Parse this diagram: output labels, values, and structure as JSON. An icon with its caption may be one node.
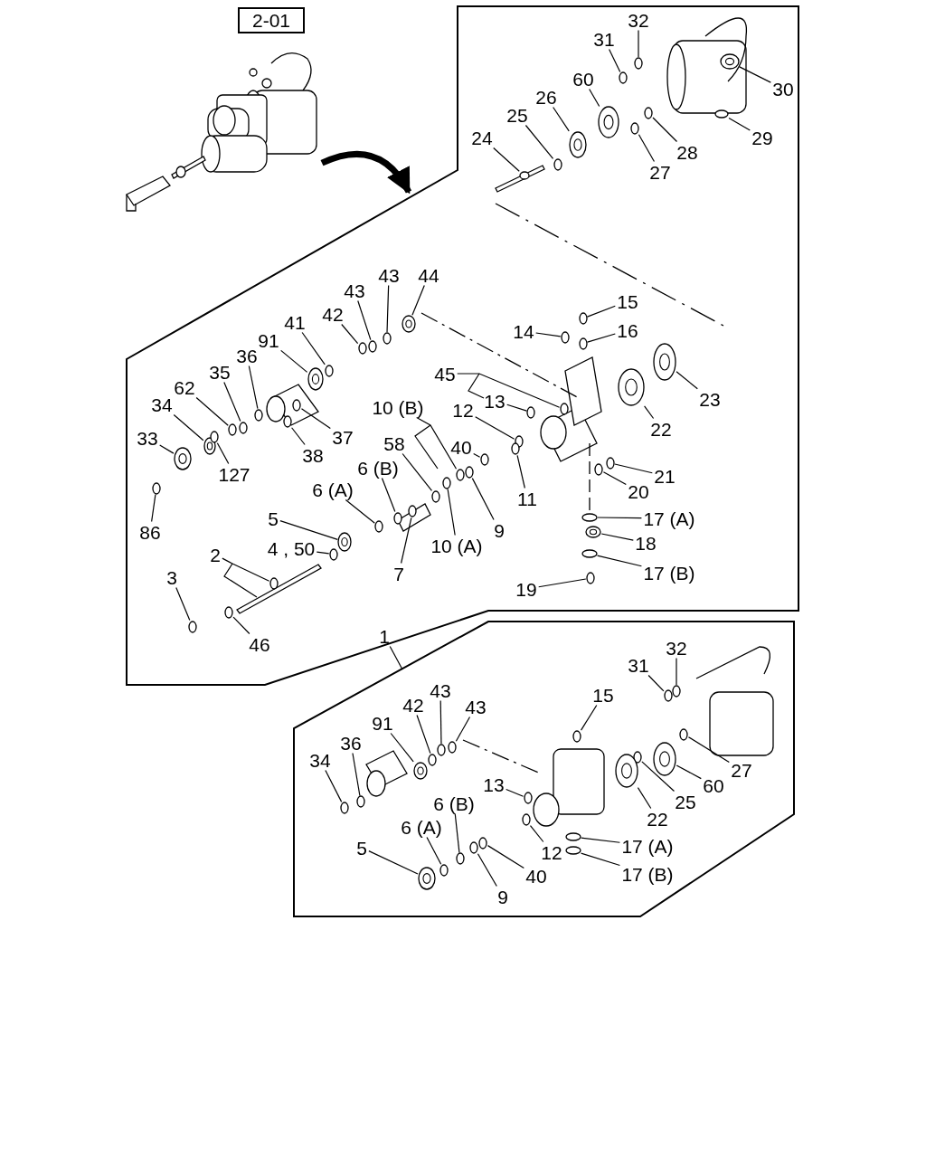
{
  "diagram": {
    "nodes": [
      {
        "text": [],
        "shape": "box"
      },
      {
        "text": [],
        "shape": "box"
      },
      {
        "text": [],
        "shape": "picture"
      },
      {
        "text": [
          "2-01"
        ]
      },
      {
        "text": [
          "1"
        ],
        "in": 0
      },
      {
        "text": [
          "32"
        ],
        "in": 0
      },
      {
        "text": [
          "31"
        ],
        "in": 0
      },
      {
        "text": [
          "30"
        ],
        "in": 0
      },
      {
        "text": [
          "25"
        ],
        "in": 0
      },
      {
        "text": [
          "26"
        ],
        "in": 0
      },
      {
        "text": [
          "60"
        ],
        "in": 0
      },
      {
        "text": [
          "28"
        ],
        "in": 0
      },
      {
        "text": [
          "27"
        ],
        "in": 0
      },
      {
        "text": [
          "29"
        ],
        "in": 0
      },
      {
        "text": [
          "24"
        ],
        "in": 0
      },
      {
        "text": [
          "44"
        ],
        "in": 0
      },
      {
        "text": [
          "43"
        ],
        "in": 0
      },
      {
        "text": [
          "43"
        ],
        "in": 0
      },
      {
        "text": [
          "42"
        ],
        "in": 0
      },
      {
        "text": [
          "41"
        ],
        "in": 0
      },
      {
        "text": [
          "91"
        ],
        "in": 0
      },
      {
        "text": [
          "36"
        ],
        "in": 0
      },
      {
        "text": [
          "35"
        ],
        "in": 0
      },
      {
        "text": [
          "62"
        ],
        "in": 0
      },
      {
        "text": [
          "34"
        ],
        "in": 0
      },
      {
        "text": [
          "33"
        ],
        "in": 0
      },
      {
        "text": [
          "127"
        ],
        "in": 0
      },
      {
        "text": [
          "37"
        ],
        "in": 0
      },
      {
        "text": [
          "38"
        ],
        "in": 0
      },
      {
        "text": [
          "86"
        ],
        "in": 0
      },
      {
        "text": [
          "45"
        ],
        "in": 0
      },
      {
        "text": [
          "13"
        ],
        "in": 0
      },
      {
        "text": [
          "12"
        ],
        "in": 0
      },
      {
        "text": [
          "10 (B)"
        ],
        "in": 0
      },
      {
        "text": [
          "40"
        ],
        "in": 0
      },
      {
        "text": [
          "58"
        ],
        "in": 0
      },
      {
        "text": [
          "11"
        ],
        "in": 0
      },
      {
        "text": [
          "9"
        ],
        "in": 0
      },
      {
        "text": [
          "10 (A)"
        ],
        "in": 0
      },
      {
        "text": [
          "6 (B)"
        ],
        "in": 0
      },
      {
        "text": [
          "6 (A)"
        ],
        "in": 0
      },
      {
        "text": [
          "5"
        ],
        "in": 0
      },
      {
        "text": [
          "7"
        ],
        "in": 0
      },
      {
        "text": [
          "4 , 50"
        ],
        "in": 0
      },
      {
        "text": [
          "2"
        ],
        "in": 0
      },
      {
        "text": [
          "3"
        ],
        "in": 0
      },
      {
        "text": [
          "46"
        ],
        "in": 0
      },
      {
        "text": [
          "14"
        ],
        "in": 0
      },
      {
        "text": [
          "15"
        ],
        "in": 0
      },
      {
        "text": [
          "16"
        ],
        "in": 0
      },
      {
        "text": [
          "23"
        ],
        "in": 0
      },
      {
        "text": [
          "22"
        ],
        "in": 0
      },
      {
        "text": [
          "21"
        ],
        "in": 0
      },
      {
        "text": [
          "20"
        ],
        "in": 0
      },
      {
        "text": [
          "17 (A)"
        ],
        "in": 0
      },
      {
        "text": [
          "18"
        ],
        "in": 0
      },
      {
        "text": [
          "17 (B)"
        ],
        "in": 0
      },
      {
        "text": [
          "19"
        ],
        "in": 0
      },
      {
        "text": [
          "32"
        ],
        "in": 1
      },
      {
        "text": [
          "31"
        ],
        "in": 1
      },
      {
        "text": [
          "27"
        ],
        "in": 1
      },
      {
        "text": [
          "60"
        ],
        "in": 1
      },
      {
        "text": [
          "25"
        ],
        "in": 1
      },
      {
        "text": [
          "22"
        ],
        "in": 1
      },
      {
        "text": [
          "15"
        ],
        "in": 1
      },
      {
        "text": [
          "43"
        ],
        "in": 1
      },
      {
        "text": [
          "43"
        ],
        "in": 1
      },
      {
        "text": [
          "42"
        ],
        "in": 1
      },
      {
        "text": [
          "91"
        ],
        "in": 1
      },
      {
        "text": [
          "36"
        ],
        "in": 1
      },
      {
        "text": [
          "34"
        ],
        "in": 1
      },
      {
        "text": [
          "13"
        ],
        "in": 1
      },
      {
        "text": [
          "12"
        ],
        "in": 1
      },
      {
        "text": [
          "6 (B)"
        ],
        "in": 1
      },
      {
        "text": [
          "6 (A)"
        ],
        "in": 1
      },
      {
        "text": [
          "5"
        ],
        "in": 1
      },
      {
        "text": [
          "9"
        ],
        "in": 1
      },
      {
        "text": [
          "40"
        ],
        "in": 1
      },
      {
        "text": [
          "17 (A)"
        ],
        "in": 1
      },
      {
        "text": [
          "17 (B)"
        ],
        "in": 1
      },
      {
        "text": [],
        "shape": "circle",
        "in": 0
      },
      {
        "text": [],
        "shape": "circle",
        "in": 0
      },
      {
        "text": [],
        "shape": "circle",
        "in": 0
      },
      {
        "text": [],
        "shape": "circle",
        "in": 0
      },
      {
        "text": [],
        "shape": "circle",
        "in": 0
      },
      {
        "text": [],
        "shape": "circle",
        "in": 0
      },
      {
        "text": [],
        "shape": "circle",
        "in": 0
      },
      {
        "text": [],
        "shape": "circle",
        "in": 0
      },
      {
        "text": [],
        "shape": "circle",
        "in": 0
      },
      {
        "text": [],
        "shape": "circle",
        "in": 0
      },
      {
        "text": [],
        "shape": "circle",
        "in": 0
      },
      {
        "text": [],
        "shape": "circle",
        "in": 0
      },
      {
        "text": [],
        "shape": "circle",
        "in": 0
      },
      {
        "text": [],
        "shape": "circle",
        "in": 0
      },
      {
        "text": [],
        "shape": "circle",
        "in": 0
      },
      {
        "text": [],
        "shape": "circle",
        "in": 0
      },
      {
        "text": [],
        "shape": "circle",
        "in": 0
      },
      {
        "text": [],
        "shape": "circle",
        "in": 0
      },
      {
        "text": [],
        "shape": "circle",
        "in": 0
      },
      {
        "text": [],
        "shape": "circle",
        "in": 0
      },
      {
        "text": [],
        "shape": "circle",
        "in": 0
      },
      {
        "text": [],
        "shape": "circle",
        "in": 0
      },
      {
        "text": [],
        "shape": "circle",
        "in": 0
      },
      {
        "text": [],
        "shape": "circle",
        "in": 0
      },
      {
        "text": [],
        "shape": "circle",
        "in": 0
      },
      {
        "text": [],
        "shape": "circle",
        "in": 0
      },
      {
        "text": [],
        "shape": "circle",
        "in": 0
      },
      {
        "text": [],
        "shape": "circle",
        "in": 0
      },
      {
        "text": [],
        "shape": "circle",
        "in": 0
      },
      {
        "text": [],
        "shape": "circle",
        "in": 0
      },
      {
        "text": [],
        "shape": "circle",
        "in": 0
      },
      {
        "text": [],
        "shape": "circle",
        "in": 0
      },
      {
        "text": [],
        "shape": "circle",
        "in": 0
      },
      {
        "text": [],
        "shape": "circle",
        "in": 0
      },
      {
        "text": [],
        "shape": "circle",
        "in": 0
      },
      {
        "text": [],
        "shape": "circle",
        "in": 0
      },
      {
        "text": [],
        "shape": "circle",
        "in": 0
      },
      {
        "text": [],
        "shape": "circle",
        "in": 0
      },
      {
        "text": [],
        "shape": "circle",
        "in": 0
      },
      {
        "text": [],
        "shape": "circle",
        "in": 0
      },
      {
        "text": [],
        "shape": "circle",
        "in": 0
      },
      {
        "text": [],
        "shape": "circle",
        "in": 0
      },
      {
        "text": [],
        "shape": "circle",
        "in": 0
      },
      {
        "text": [],
        "shape": "circle",
        "in": 0
      },
      {
        "text": [],
        "shape": "circle",
        "in": 0
      },
      {
        "text": [],
        "shape": "circle",
        "in": 0
      },
      {
        "text": [],
        "shape": "circle",
        "in": 0
      },
      {
        "text": [],
        "shape": "circle",
        "in": 0
      },
      {
        "text": [],
        "shape": "circle",
        "in": 0
      },
      {
        "text": [],
        "shape": "circle",
        "in": 0
      },
      {
        "text": [],
        "shape": "circle",
        "in": 0
      },
      {
        "text": [],
        "shape": "circle",
        "in": 0
      },
      {
        "text": [],
        "shape": "circle",
        "in": 0
      },
      {
        "text": [],
        "shape": "circle",
        "in": 1
      },
      {
        "text": [],
        "shape": "circle",
        "in": 1
      },
      {
        "text": [],
        "shape": "circle",
        "in": 1
      },
      {
        "text": [],
        "shape": "circle",
        "in": 1
      },
      {
        "text": [],
        "shape": "circle",
        "in": 1
      },
      {
        "text": [],
        "shape": "circle",
        "in": 1
      },
      {
        "text": [],
        "shape": "circle",
        "in": 1
      },
      {
        "text": [],
        "shape": "circle",
        "in": 1
      },
      {
        "text": [],
        "shape": "circle",
        "in": 1
      },
      {
        "text": [],
        "shape": "circle",
        "in": 1
      },
      {
        "text": [],
        "shape": "circle",
        "in": 1
      },
      {
        "text": [],
        "shape": "circle",
        "in": 1
      },
      {
        "text": [],
        "shape": "circle",
        "in": 1
      },
      {
        "text": [],
        "shape": "circle",
        "in": 1
      },
      {
        "text": [],
        "shape": "circle",
        "in": 1
      },
      {
        "text": [],
        "shape": "circle",
        "in": 1
      },
      {
        "text": [],
        "shape": "circle",
        "in": 1
      },
      {
        "text": [],
        "shape": "circle",
        "in": 1
      },
      {
        "text": [],
        "shape": "circle",
        "in": 1
      },
      {
        "text": [],
        "shape": "circle",
        "in": 1
      },
      {
        "text": [],
        "shape": "circle",
        "in": 1
      },
      {
        "text": [],
        "shape": "circle",
        "in": 1
      }
    ],
    "edges": [
      {
        "from": 2,
        "to": 0,
        "arrow": "to",
        "style": "thick"
      },
      {
        "from": 4,
        "to": 1,
        "arrow": "none"
      },
      {
        "from": 5,
        "to": 80,
        "arrow": "none"
      },
      {
        "from": 6,
        "to": 81,
        "arrow": "none"
      },
      {
        "from": 7,
        "to": 82,
        "arrow": "none"
      },
      {
        "from": 8,
        "to": 83,
        "arrow": "none"
      },
      {
        "from": 9,
        "to": 84,
        "arrow": "none"
      },
      {
        "from": 10,
        "to": 85,
        "arrow": "none"
      },
      {
        "from": 11,
        "to": 86,
        "arrow": "none"
      },
      {
        "from": 12,
        "to": 87,
        "arrow": "none"
      },
      {
        "from": 13,
        "to": 88,
        "arrow": "none"
      },
      {
        "from": 14,
        "to": 89,
        "arrow": "none"
      },
      {
        "from": 15,
        "to": 90,
        "arrow": "none"
      },
      {
        "from": 16,
        "to": 91,
        "arrow": "none"
      },
      {
        "from": 17,
        "to": 92,
        "arrow": "none"
      },
      {
        "from": 18,
        "to": 93,
        "arrow": "none"
      },
      {
        "from": 19,
        "to": 94,
        "arrow": "none"
      },
      {
        "from": 20,
        "to": 95,
        "arrow": "none"
      },
      {
        "from": 21,
        "to": 96,
        "arrow": "none"
      },
      {
        "from": 22,
        "to": 97,
        "arrow": "none"
      },
      {
        "from": 23,
        "to": 98,
        "arrow": "none"
      },
      {
        "from": 24,
        "to": 99,
        "arrow": "none"
      },
      {
        "from": 25,
        "to": 100,
        "arrow": "none"
      },
      {
        "from": 26,
        "to": 101,
        "arrow": "none"
      },
      {
        "from": 27,
        "to": 102,
        "arrow": "none"
      },
      {
        "from": 28,
        "to": 103,
        "arrow": "none"
      },
      {
        "from": 29,
        "to": 104,
        "arrow": "none"
      },
      {
        "from": 30,
        "to": 105,
        "arrow": "none"
      },
      {
        "from": 31,
        "to": 106,
        "arrow": "none"
      },
      {
        "from": 32,
        "to": 107,
        "arrow": "none"
      },
      {
        "from": 33,
        "to": 108,
        "arrow": "none"
      },
      {
        "from": 34,
        "to": 109,
        "arrow": "none"
      },
      {
        "from": 35,
        "to": 110,
        "arrow": "none"
      },
      {
        "from": 36,
        "to": 111,
        "arrow": "none"
      },
      {
        "from": 37,
        "to": 112,
        "arrow": "none"
      },
      {
        "from": 38,
        "to": 113,
        "arrow": "none"
      },
      {
        "from": 39,
        "to": 114,
        "arrow": "none"
      },
      {
        "from": 40,
        "to": 115,
        "arrow": "none"
      },
      {
        "from": 41,
        "to": 116,
        "arrow": "none"
      },
      {
        "from": 42,
        "to": 117,
        "arrow": "none"
      },
      {
        "from": 43,
        "to": 118,
        "arrow": "none"
      },
      {
        "from": 44,
        "to": 119,
        "arrow": "none"
      },
      {
        "from": 45,
        "to": 120,
        "arrow": "none"
      },
      {
        "from": 46,
        "to": 121,
        "arrow": "none"
      },
      {
        "from": 47,
        "to": 122,
        "arrow": "none"
      },
      {
        "from": 48,
        "to": 123,
        "arrow": "none"
      },
      {
        "from": 49,
        "to": 124,
        "arrow": "none"
      },
      {
        "from": 50,
        "to": 125,
        "arrow": "none"
      },
      {
        "from": 51,
        "to": 126,
        "arrow": "none"
      },
      {
        "from": 52,
        "to": 127,
        "arrow": "none"
      },
      {
        "from": 53,
        "to": 128,
        "arrow": "none"
      },
      {
        "from": 54,
        "to": 129,
        "arrow": "none"
      },
      {
        "from": 55,
        "to": 130,
        "arrow": "none"
      },
      {
        "from": 56,
        "to": 131,
        "arrow": "none"
      },
      {
        "from": 57,
        "to": 132,
        "arrow": "none"
      },
      {
        "from": 58,
        "to": 133,
        "arrow": "none"
      },
      {
        "from": 59,
        "to": 134,
        "arrow": "none"
      },
      {
        "from": 60,
        "to": 135,
        "arrow": "none"
      },
      {
        "from": 61,
        "to": 136,
        "arrow": "none"
      },
      {
        "from": 62,
        "to": 137,
        "arrow": "none"
      },
      {
        "from": 63,
        "to": 138,
        "arrow": "none"
      },
      {
        "from": 64,
        "to": 139,
        "arrow": "none"
      },
      {
        "from": 65,
        "to": 140,
        "arrow": "none"
      },
      {
        "from": 66,
        "to": 141,
        "arrow": "none"
      },
      {
        "from": 67,
        "to": 142,
        "arrow": "none"
      },
      {
        "from": 68,
        "to": 143,
        "arrow": "none"
      },
      {
        "from": 69,
        "to": 144,
        "arrow": "none"
      },
      {
        "from": 70,
        "to": 145,
        "arrow": "none"
      },
      {
        "from": 71,
        "to": 146,
        "arrow": "none"
      },
      {
        "from": 72,
        "to": 147,
        "arrow": "none"
      },
      {
        "from": 73,
        "to": 148,
        "arrow": "none"
      },
      {
        "from": 74,
        "to": 149,
        "arrow": "none"
      },
      {
        "from": 75,
        "to": 150,
        "arrow": "none"
      },
      {
        "from": 76,
        "to": 151,
        "arrow": "none"
      },
      {
        "from": 77,
        "to": 152,
        "arrow": "none"
      },
      {
        "from": 78,
        "to": 153,
        "arrow": "none"
      },
      {
        "from": 79,
        "to": 154,
        "arrow": "none"
      }
    ]
  }
}
